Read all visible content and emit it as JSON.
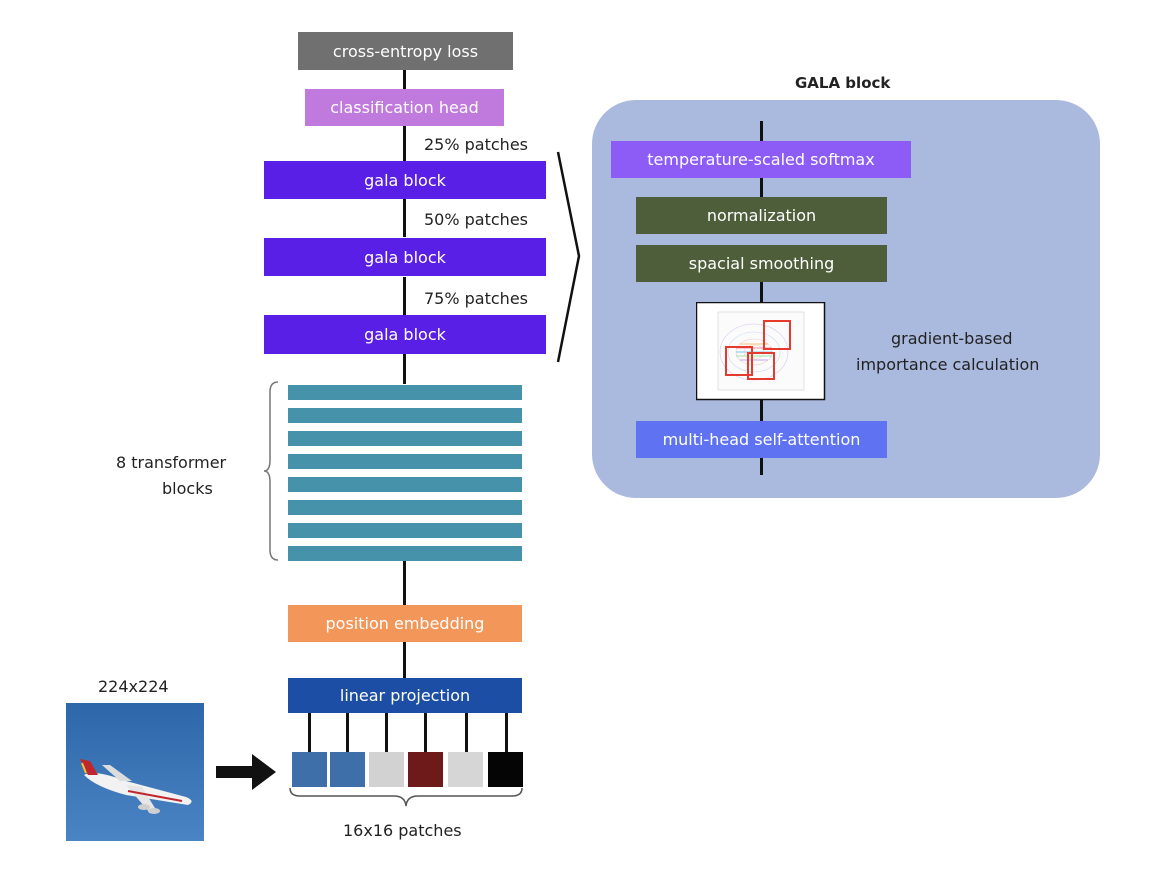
{
  "main_stack": {
    "loss": "cross-entropy loss",
    "head": "classification head",
    "gala_blocks": [
      "gala block",
      "gala block",
      "gala block"
    ],
    "patch_labels": [
      "25% patches",
      "50% patches",
      "75% patches"
    ],
    "transformer_label_line1": "8 transformer",
    "transformer_label_line2": "blocks",
    "position_embedding": "position embedding",
    "linear_projection": "linear projection",
    "input_size": "224x224",
    "patches_label": "16x16 patches"
  },
  "gala_detail": {
    "title": "GALA block",
    "softmax": "temperature-scaled softmax",
    "normalization": "normalization",
    "smoothing": "spacial smoothing",
    "importance_line1": "gradient-based",
    "importance_line2": "importance calculation",
    "attention": "multi-head self-attention"
  },
  "colors": {
    "loss": "#707070",
    "head": "#c079dc",
    "gala": "#5a1fe6",
    "transformer": "#4692ab",
    "position": "#f2965a",
    "projection": "#1d4ea5",
    "panel": "#aab9de",
    "softmax": "#8d5cf7",
    "olive": "#4e5e3a",
    "attention": "#5f73f2"
  },
  "patch_colors": [
    "#3f6fa8",
    "#3f6fa8",
    "#d2d2d2",
    "#6e1a1a",
    "#d6d6d6",
    "#050505"
  ]
}
